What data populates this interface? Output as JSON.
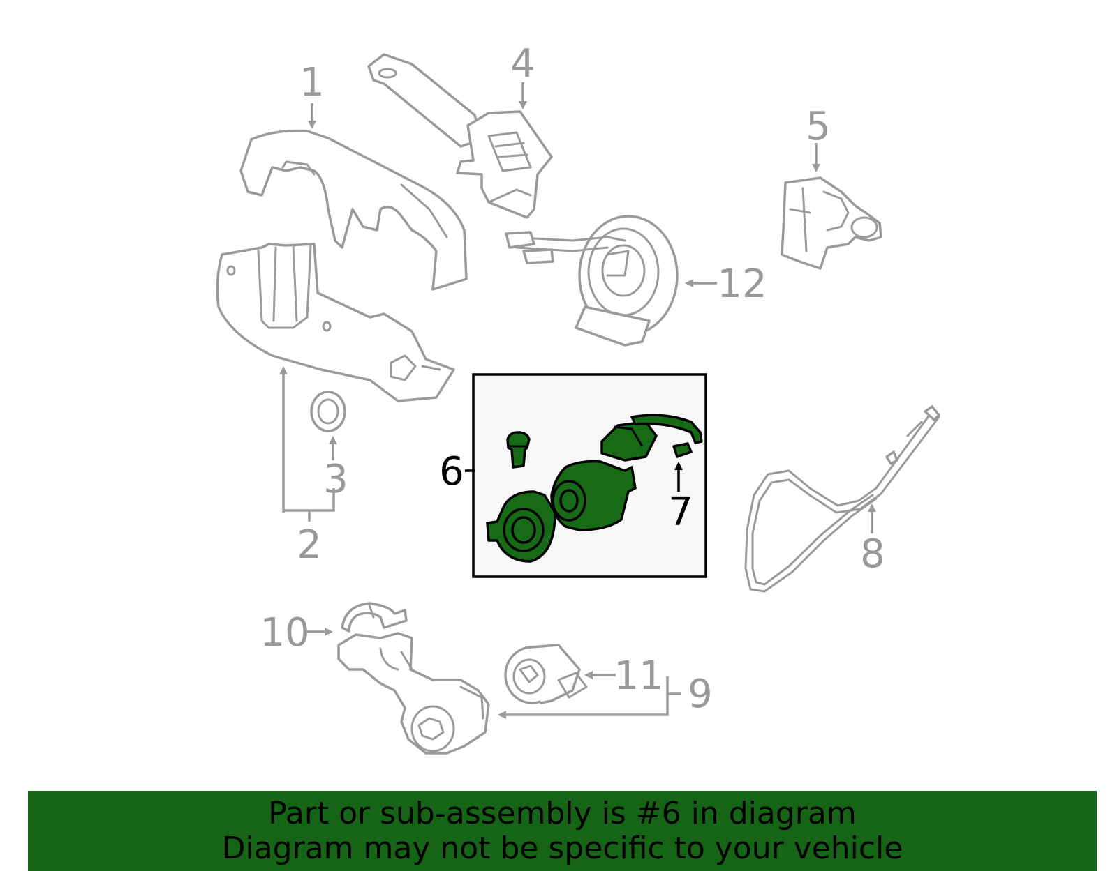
{
  "diagram": {
    "callouts": [
      "1",
      "2",
      "3",
      "4",
      "5",
      "6",
      "7",
      "8",
      "9",
      "10",
      "11",
      "12"
    ],
    "highlighted_callout": "6",
    "colors": {
      "part_outline": "#9a9a9a",
      "highlight_fill": "#176b17",
      "highlight_box_bg": "#f7f7f7",
      "banner_bg": "#166416"
    }
  },
  "banner": {
    "line1": "Part or sub-assembly is #6 in diagram",
    "line2": "Diagram may not be specific to your vehicle"
  }
}
